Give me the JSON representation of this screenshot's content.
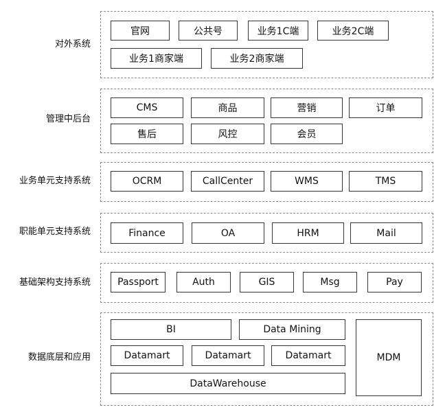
{
  "rows": {
    "external": {
      "label": "对外系统",
      "items": [
        "官网",
        "公共号",
        "业务1C端",
        "业务2C端",
        "业务1商家端",
        "业务2商家端"
      ]
    },
    "mgmt": {
      "label": "管理中后台",
      "items": [
        "CMS",
        "商品",
        "营销",
        "订单",
        "售后",
        "风控",
        "会员"
      ]
    },
    "bizunit": {
      "label": "业务单元支持系统",
      "items": [
        "OCRM",
        "CallCenter",
        "WMS",
        "TMS"
      ]
    },
    "funcunit": {
      "label": "职能单元支持系统",
      "items": [
        "Finance",
        "OA",
        "HRM",
        "Mail"
      ]
    },
    "infra": {
      "label": "基础架构支持系统",
      "items": [
        "Passport",
        "Auth",
        "GIS",
        "Msg",
        "Pay"
      ]
    },
    "data": {
      "label": "数据底层和应用",
      "items": [
        "BI",
        "Data Mining",
        "Datamart",
        "Datamart",
        "Datamart",
        "DataWarehouse",
        "MDM"
      ]
    }
  }
}
